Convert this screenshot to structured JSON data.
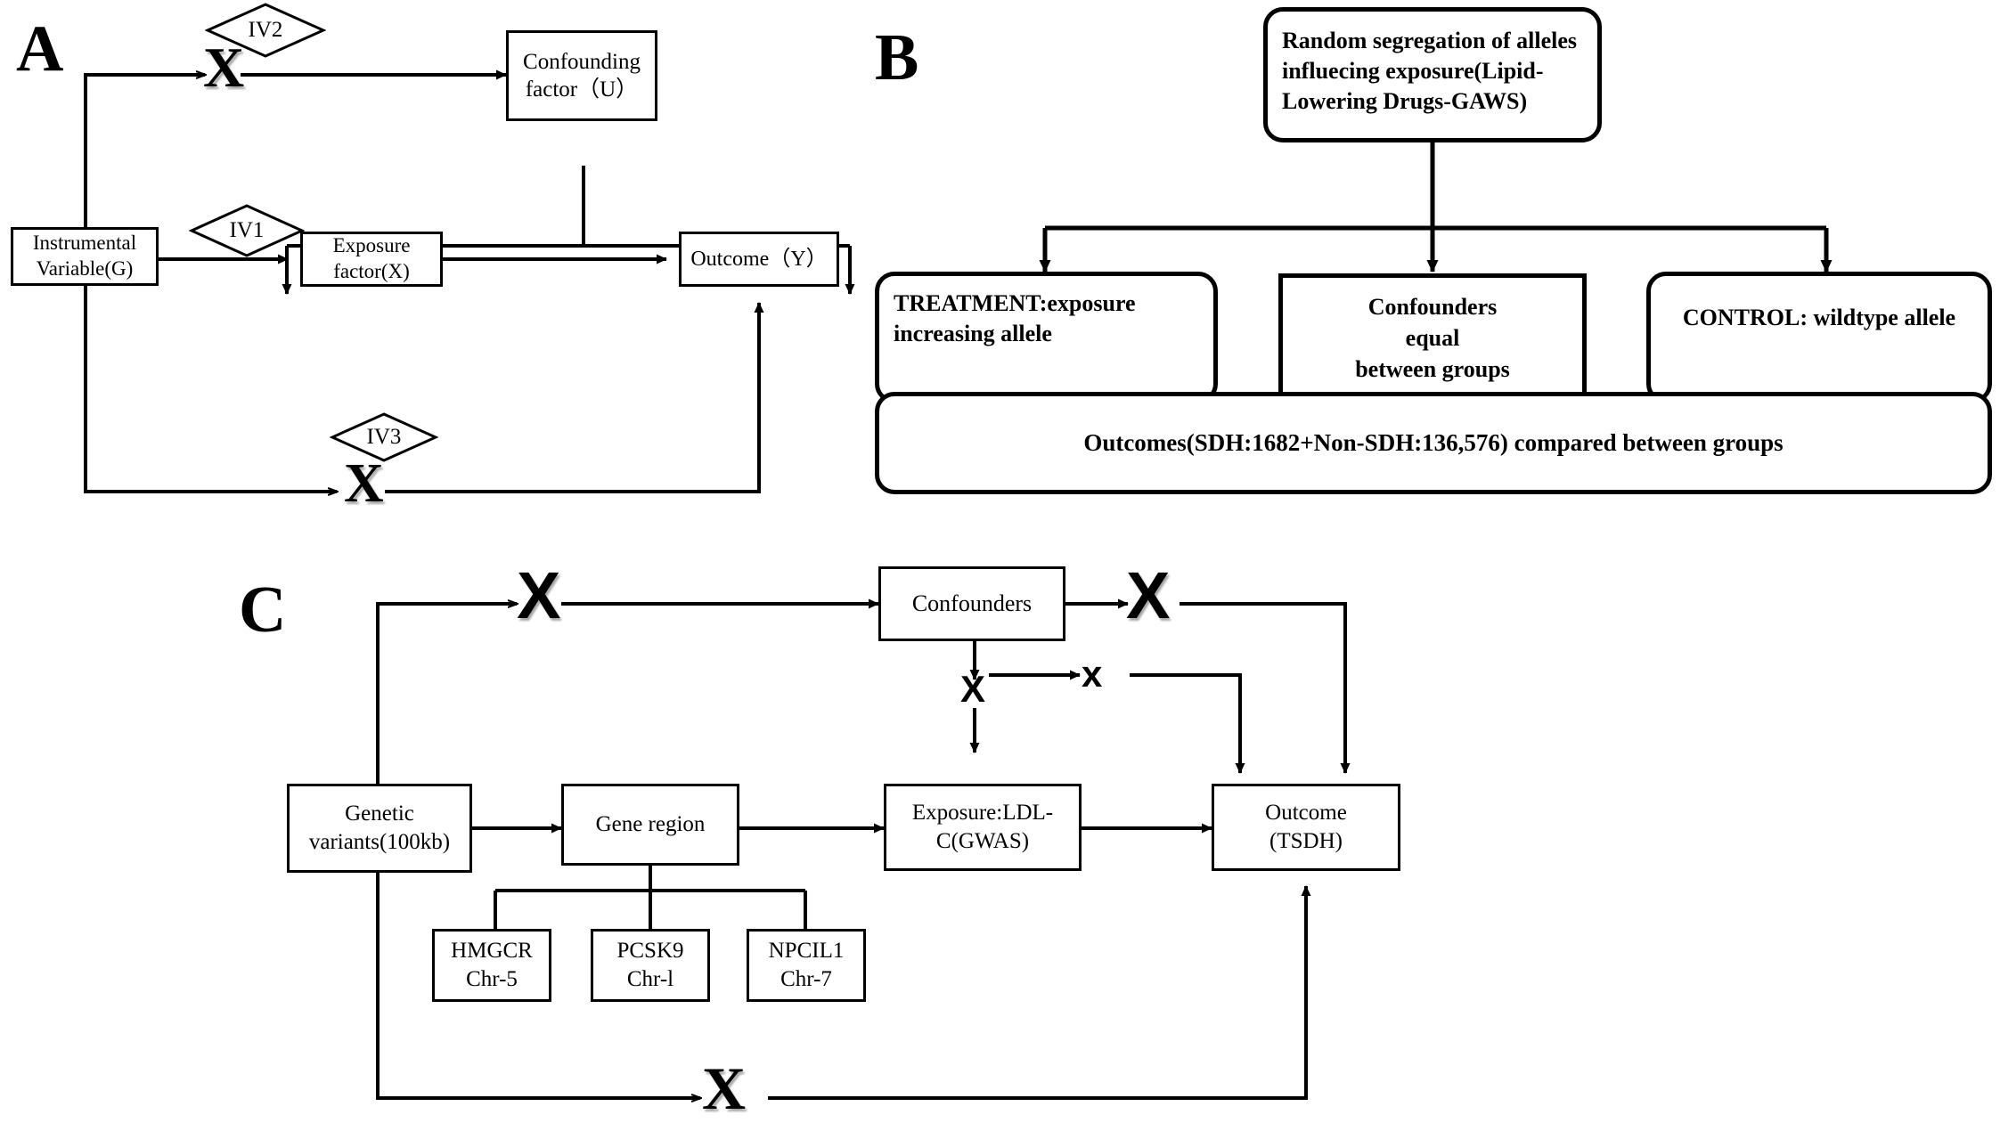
{
  "figure": {
    "panels": [
      {
        "letter": "A"
      },
      {
        "letter": "B"
      },
      {
        "letter": "C"
      }
    ]
  },
  "panel_a": {
    "letter": "A",
    "nodes": {
      "instrumental_variable": "Instrumental\nVariable(G)",
      "confounding_factor": "Confounding\nfactor（U）",
      "exposure_factor": "Exposure\nfactor(X)",
      "outcome": "Outcome（Y）"
    },
    "assumptions": {
      "iv1": "IV1",
      "iv2": "IV2",
      "iv3": "IV3"
    },
    "violation_marks": {
      "iv2_x": "X",
      "iv3_x": "X"
    }
  },
  "panel_b": {
    "letter": "B",
    "nodes": {
      "randomization": "Random segregation of alleles influecing exposure(Lipid-Lowering Drugs-GAWS)",
      "treatment": "TREATMENT:exposure increasing allele",
      "confounders": "Confounders\nequal\nbetween groups",
      "control": "CONTROL: wildtype allele",
      "outcomes": "Outcomes(SDH:1682+Non-SDH:136,576) compared between groups"
    },
    "counts": {
      "sdh": "1682",
      "non_sdh": "136,576"
    }
  },
  "panel_c": {
    "letter": "C",
    "nodes": {
      "confounders": "Confounders",
      "genetic_variants": "Genetic\nvariants(100kb)",
      "gene_region": "Gene region",
      "exposure": "Exposure:LDL-\nC(GWAS)",
      "outcome": "Outcome\n(TSDH)"
    },
    "genes": [
      {
        "name": "HMGCR",
        "chr": "Chr-5",
        "label": "HMGCR\nChr-5"
      },
      {
        "name": "PCSK9",
        "chr": "Chr-l",
        "label": "PCSK9\nChr-l"
      },
      {
        "name": "NPCIL1",
        "chr": "Chr-7",
        "label": "NPCIL1\nChr-7"
      }
    ],
    "violation_marks": {
      "top_left_x": "X",
      "confounder_out_x": "X",
      "confounder_down_x": "X",
      "small_x": "x",
      "bottom_x": "X"
    }
  },
  "colors": {
    "stroke": "#000000",
    "background": "#ffffff"
  }
}
